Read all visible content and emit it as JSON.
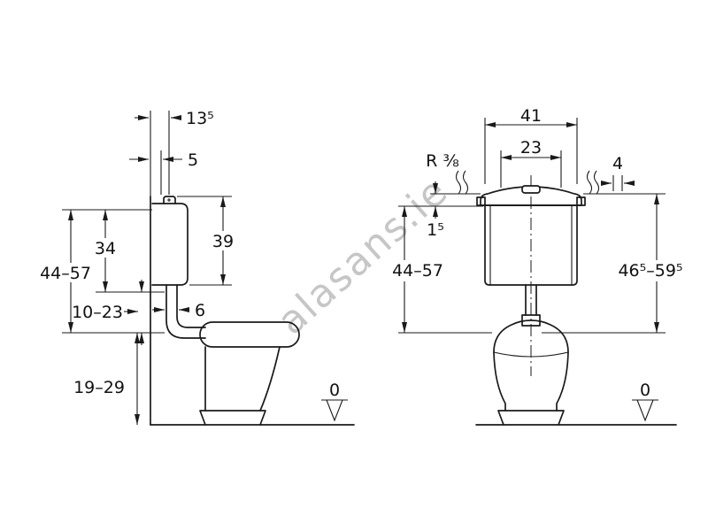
{
  "watermark": "alasans.ie",
  "side_view": {
    "dims": {
      "wall_to_button": "13⁵",
      "button_depth": "5",
      "cistern_height": "39",
      "cistern_body_height": "34",
      "install_height_range": "44–57",
      "flush_bend_range": "10–23",
      "flush_pipe_diameter": "6",
      "inlet_height_range": "19–29",
      "floor_level": "0"
    }
  },
  "front_view": {
    "dims": {
      "cistern_width": "41",
      "fixing_distance": "23",
      "side_offset": "4",
      "water_connection": "R ⅜",
      "lid_height": "1⁵",
      "install_height_range": "44–57",
      "total_height_range": "46⁵–59⁵",
      "floor_level": "0"
    }
  }
}
